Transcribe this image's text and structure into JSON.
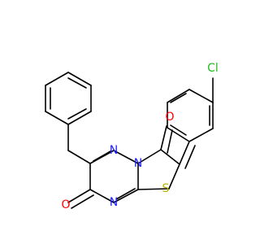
{
  "molecule": {
    "atoms": {
      "oxygen_top": "O",
      "oxygen_bottom": "O",
      "chlorine": "Cl",
      "nitrogen_left": "N",
      "nitrogen_right": "N",
      "nitrogen_bottom": "N",
      "sulfur": "S"
    },
    "colors": {
      "bond": "#000000",
      "nitrogen": "#1f1fff",
      "oxygen": "#ff0000",
      "sulfur": "#b3b300",
      "chlorine": "#1fbf1f",
      "background": "#ffffff"
    }
  }
}
